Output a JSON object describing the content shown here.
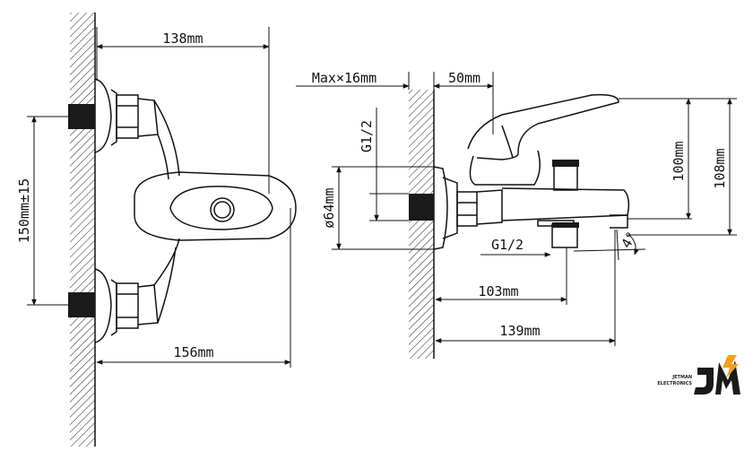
{
  "front_view": {
    "width_top": "138mm",
    "width_bottom": "156mm",
    "inlet_spacing": "150mm±15"
  },
  "side_view": {
    "max_offset": "Max×16mm",
    "spout_offset": "50mm",
    "inlet_thread": "G1/2",
    "body_diameter": "ø64mm",
    "outlet_thread": "G1/2",
    "outlet_distance": "103mm",
    "total_length": "139mm",
    "height_outlet": "100mm",
    "height_total": "108mm",
    "tilt_angle": "4°"
  },
  "logo": {
    "line1": "JETMAN",
    "line2": "ELECTRONICS",
    "colors": {
      "mark": "#1a1a1a",
      "bolt": "#f0a020"
    }
  }
}
